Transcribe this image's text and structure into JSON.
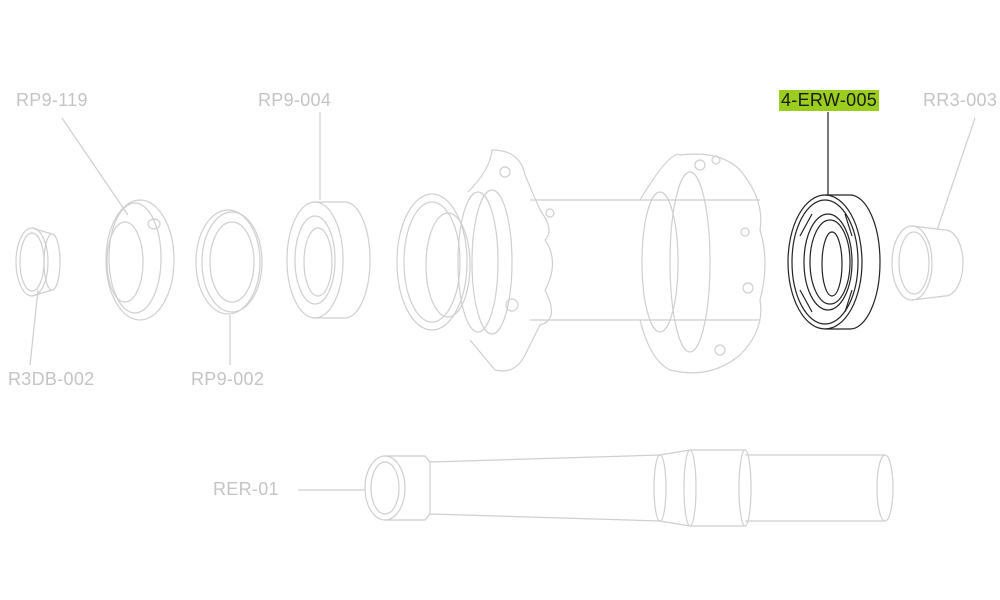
{
  "parts": [
    {
      "id": "R3DB-002",
      "highlighted": false
    },
    {
      "id": "RP9-119",
      "highlighted": false
    },
    {
      "id": "RP9-002",
      "highlighted": false
    },
    {
      "id": "RP9-004",
      "highlighted": false
    },
    {
      "id": "4-ERW-005",
      "highlighted": true
    },
    {
      "id": "RR3-003",
      "highlighted": false
    },
    {
      "id": "RER-01",
      "highlighted": false
    }
  ],
  "colors": {
    "highlight": "#9acd1e",
    "line": "#cfcfcf",
    "active_line": "#222222",
    "label": "#c4c4c4"
  }
}
